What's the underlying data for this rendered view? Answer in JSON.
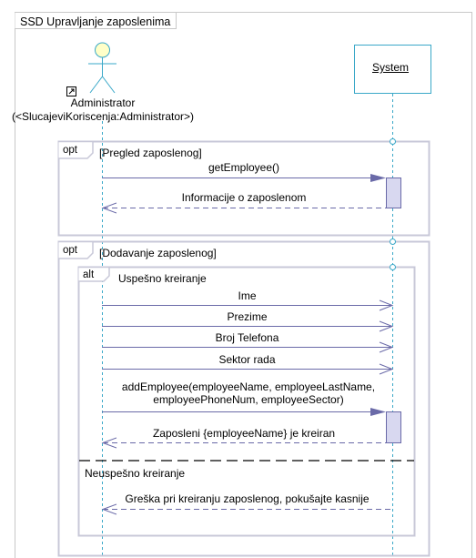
{
  "frame": {
    "title": "SSD Upravljanje zaposlenima"
  },
  "actor": {
    "name": "Administrator",
    "role": "(<SlucajeviKoriscenja:Administrator>)",
    "icon": "actor-icon"
  },
  "system": {
    "label": "System"
  },
  "fragments": {
    "opt1": {
      "operator": "opt",
      "guard": "[Pregled zaposlenog]"
    },
    "opt2": {
      "operator": "opt",
      "guard": "[Dodavanje zaposlenog]"
    },
    "alt": {
      "operator": "alt",
      "guard1": "Uspešno kreiranje",
      "guard2": "Neuspešno kreiranje"
    }
  },
  "messages": {
    "get_employee": "getEmployee()",
    "info": "Informacije o zaposlenom",
    "ime": "Ime",
    "prezime": "Prezime",
    "broj": "Broj Telefona",
    "sektor": "Sektor rada",
    "add_line1": "addEmployee(employeeName, employeeLastName,",
    "add_line2": "employeePhoneNum, employeeSector)",
    "created": "Zaposleni {employeeName} je kreiran",
    "error": "Greška pri kreiranju zaposlenog, pokušajte kasnije"
  },
  "colors": {
    "fragment_border": "#c8c8d8",
    "lifeline": "#3aa8c8",
    "arrow": "#6a6aa8",
    "activation_fill": "#d8d8f0",
    "actor_head": "#ffffc8",
    "actor_body": "#3aa8c8"
  }
}
